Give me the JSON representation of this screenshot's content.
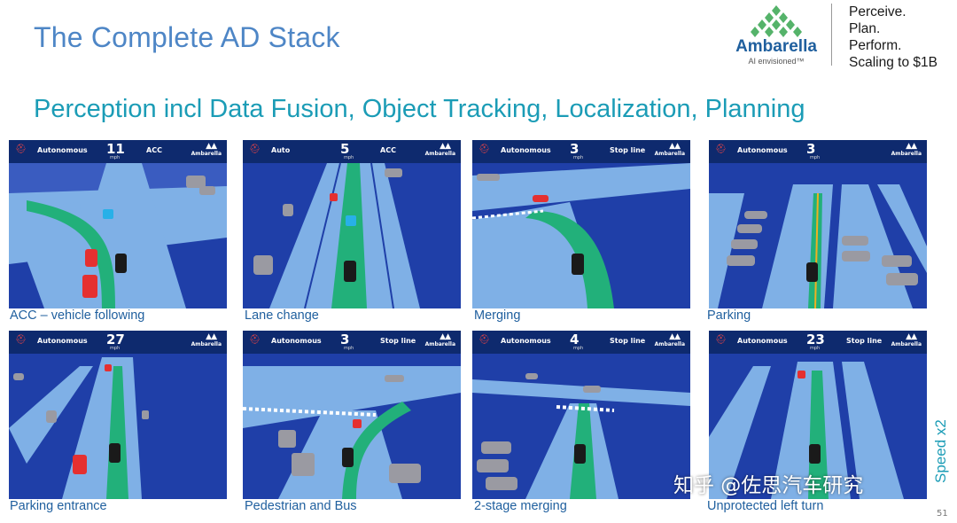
{
  "slide": {
    "title": "The Complete AD Stack",
    "subtitle": "Perception incl Data Fusion, Object Tracking, Localization, Planning",
    "page_number": "51",
    "speed_note": "Speed x2"
  },
  "logo": {
    "name": "Ambarella",
    "tag": "AI envisioned™"
  },
  "tagline": [
    "Perceive.",
    "Plan.",
    "Perform.",
    "Scaling to $1B"
  ],
  "hud_brand": "Ambarella",
  "hud_unit": "mph",
  "tiles": [
    {
      "caption": "ACC – vehicle following",
      "mode": "Autonomous",
      "speed": "11",
      "status": "ACC"
    },
    {
      "caption": "Lane change",
      "mode": "Auto",
      "speed": "5",
      "status": "ACC"
    },
    {
      "caption": "Merging",
      "mode": "Autonomous",
      "speed": "3",
      "status": "Stop line"
    },
    {
      "caption": "Parking",
      "mode": "Autonomous",
      "speed": "3",
      "status": ""
    },
    {
      "caption": "Parking entrance",
      "mode": "Autonomous",
      "speed": "27",
      "status": ""
    },
    {
      "caption": "Pedestrian and Bus",
      "mode": "Autonomous",
      "speed": "3",
      "status": "Stop line"
    },
    {
      "caption": "2-stage merging",
      "mode": "Autonomous",
      "speed": "4",
      "status": "Stop line"
    },
    {
      "caption": "Unprotected left turn",
      "mode": "Autonomous",
      "speed": "23",
      "status": "Stop line"
    }
  ],
  "watermark": "知乎 @佐思汽车研究",
  "colors": {
    "title": "#4e86c6",
    "subtitle": "#1b9cb6",
    "road": "#7fb0e6",
    "ground": "#1f3fa8",
    "path": "#22b07a",
    "hud": "#0e2a6e"
  }
}
